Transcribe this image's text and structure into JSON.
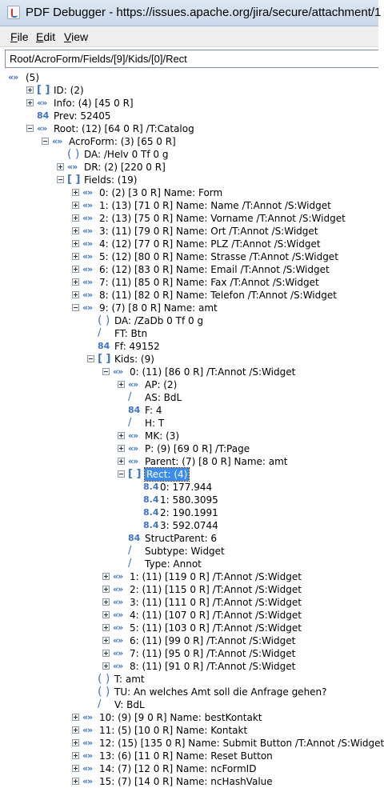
{
  "window": {
    "title": "PDF Debugger - https://issues.apache.org/jira/secure/attachment/1"
  },
  "menu": {
    "file": "File",
    "edit": "Edit",
    "view": "View"
  },
  "path": "Root/AcroForm/Fields/[9]/Kids/[0]/Rect",
  "tree": [
    {
      "d": 0,
      "t": "none",
      "i": "dict",
      "l": "(5)"
    },
    {
      "d": 1,
      "t": "plus",
      "i": "arr",
      "l": "ID:  (2)"
    },
    {
      "d": 1,
      "t": "plus",
      "i": "dict",
      "l": "Info:  (4) [45 0 R]"
    },
    {
      "d": 1,
      "t": "none",
      "i": "num",
      "l": "Prev:  52405"
    },
    {
      "d": 1,
      "t": "minus",
      "i": "dict",
      "l": "Root:  (12) [64 0 R]   /T:Catalog"
    },
    {
      "d": 2,
      "t": "minus",
      "i": "dict",
      "l": "AcroForm:  (3) [65 0 R]"
    },
    {
      "d": 3,
      "t": "none",
      "i": "str",
      "l": "DA:  /Helv 0 Tf 0 g"
    },
    {
      "d": 3,
      "t": "plus",
      "i": "dict",
      "l": "DR:  (2) [220 0 R]"
    },
    {
      "d": 3,
      "t": "minus",
      "i": "arr",
      "l": "Fields:  (19)"
    },
    {
      "d": 4,
      "t": "plus",
      "i": "dict",
      "l": "0:  (2) [3 0 R]    Name: Form"
    },
    {
      "d": 4,
      "t": "plus",
      "i": "dict",
      "l": "1:  (13) [71 0 R]    Name: Name     /T:Annot  /S:Widget"
    },
    {
      "d": 4,
      "t": "plus",
      "i": "dict",
      "l": "2:  (13) [75 0 R]    Name: Vorname    /T:Annot  /S:Widget"
    },
    {
      "d": 4,
      "t": "plus",
      "i": "dict",
      "l": "3:  (11) [79 0 R]    Name: Ort    /T:Annot  /S:Widget"
    },
    {
      "d": 4,
      "t": "plus",
      "i": "dict",
      "l": "4:  (12) [77 0 R]    Name: PLZ    /T:Annot  /S:Widget"
    },
    {
      "d": 4,
      "t": "plus",
      "i": "dict",
      "l": "5:  (12) [80 0 R]    Name: Strasse    /T:Annot  /S:Widget"
    },
    {
      "d": 4,
      "t": "plus",
      "i": "dict",
      "l": "6:  (12) [83 0 R]    Name: Email    /T:Annot  /S:Widget"
    },
    {
      "d": 4,
      "t": "plus",
      "i": "dict",
      "l": "7:  (11) [85 0 R]    Name: Fax    /T:Annot  /S:Widget"
    },
    {
      "d": 4,
      "t": "plus",
      "i": "dict",
      "l": "8:  (11) [82 0 R]    Name: Telefon    /T:Annot  /S:Widget"
    },
    {
      "d": 4,
      "t": "minus",
      "i": "dict",
      "l": "9:  (7) [8 0 R]    Name: amt"
    },
    {
      "d": 5,
      "t": "none",
      "i": "str",
      "l": "DA:  /ZaDb 0 Tf 0 g"
    },
    {
      "d": 5,
      "t": "none",
      "i": "name",
      "l": "FT:  Btn"
    },
    {
      "d": 5,
      "t": "none",
      "i": "num",
      "l": "Ff:  49152"
    },
    {
      "d": 5,
      "t": "minus",
      "i": "arr",
      "l": "Kids:  (9)"
    },
    {
      "d": 6,
      "t": "minus",
      "i": "dict",
      "l": "0:  (11) [86 0 R]    /T:Annot  /S:Widget"
    },
    {
      "d": 7,
      "t": "plus",
      "i": "dict",
      "l": "AP:  (2)"
    },
    {
      "d": 7,
      "t": "none",
      "i": "name",
      "l": "AS:  BdL"
    },
    {
      "d": 7,
      "t": "none",
      "i": "num",
      "l": "F:  4"
    },
    {
      "d": 7,
      "t": "none",
      "i": "name",
      "l": "H:  T"
    },
    {
      "d": 7,
      "t": "plus",
      "i": "dict",
      "l": "MK:  (3)"
    },
    {
      "d": 7,
      "t": "plus",
      "i": "dict",
      "l": "P:  (9) [69 0 R]    /T:Page"
    },
    {
      "d": 7,
      "t": "plus",
      "i": "dict",
      "l": "Parent:  (7) [8 0 R]    Name: amt"
    },
    {
      "d": 7,
      "t": "minus",
      "i": "arr",
      "l": "Rect:  (4)",
      "sel": true
    },
    {
      "d": 8,
      "t": "none",
      "i": "real",
      "l": "0:  177.944"
    },
    {
      "d": 8,
      "t": "none",
      "i": "real",
      "l": "1:  580.3095"
    },
    {
      "d": 8,
      "t": "none",
      "i": "real",
      "l": "2:  190.1991"
    },
    {
      "d": 8,
      "t": "none",
      "i": "real",
      "l": "3:  592.0744"
    },
    {
      "d": 7,
      "t": "none",
      "i": "num",
      "l": "StructParent:  6"
    },
    {
      "d": 7,
      "t": "none",
      "i": "name",
      "l": "Subtype:  Widget"
    },
    {
      "d": 7,
      "t": "none",
      "i": "name",
      "l": "Type:  Annot"
    },
    {
      "d": 6,
      "t": "plus",
      "i": "dict",
      "l": "1:  (11) [119 0 R]    /T:Annot  /S:Widget"
    },
    {
      "d": 6,
      "t": "plus",
      "i": "dict",
      "l": "2:  (11) [115 0 R]    /T:Annot  /S:Widget"
    },
    {
      "d": 6,
      "t": "plus",
      "i": "dict",
      "l": "3:  (11) [111 0 R]    /T:Annot  /S:Widget"
    },
    {
      "d": 6,
      "t": "plus",
      "i": "dict",
      "l": "4:  (11) [107 0 R]    /T:Annot  /S:Widget"
    },
    {
      "d": 6,
      "t": "plus",
      "i": "dict",
      "l": "5:  (11) [103 0 R]    /T:Annot  /S:Widget"
    },
    {
      "d": 6,
      "t": "plus",
      "i": "dict",
      "l": "6:  (11) [99 0 R]    /T:Annot  /S:Widget"
    },
    {
      "d": 6,
      "t": "plus",
      "i": "dict",
      "l": "7:  (11) [95 0 R]    /T:Annot  /S:Widget"
    },
    {
      "d": 6,
      "t": "plus",
      "i": "dict",
      "l": "8:  (11) [91 0 R]    /T:Annot  /S:Widget"
    },
    {
      "d": 5,
      "t": "none",
      "i": "str",
      "l": "T:  amt"
    },
    {
      "d": 5,
      "t": "none",
      "i": "str",
      "l": "TU:  An welches Amt soll die Anfrage gehen?"
    },
    {
      "d": 5,
      "t": "none",
      "i": "name",
      "l": "V:  BdL"
    },
    {
      "d": 4,
      "t": "plus",
      "i": "dict",
      "l": "10:  (9) [9 0 R]    Name: bestKontakt"
    },
    {
      "d": 4,
      "t": "plus",
      "i": "dict",
      "l": "11:  (5) [10 0 R]    Name: Kontakt"
    },
    {
      "d": 4,
      "t": "plus",
      "i": "dict",
      "l": "12:  (15) [135 0 R]    Name: Submit Button    /T:Annot  /S:Widget"
    },
    {
      "d": 4,
      "t": "plus",
      "i": "dict",
      "l": "13:  (6) [11 0 R]    Name: Reset Button"
    },
    {
      "d": 4,
      "t": "plus",
      "i": "dict",
      "l": "14:  (7) [12 0 R]    Name: ncFormID"
    },
    {
      "d": 4,
      "t": "plus",
      "i": "dict",
      "l": "15:  (7) [14 0 R]    Name: ncHashValue"
    }
  ],
  "icon_glyphs": {
    "dict": "«»",
    "arr": "[ ]",
    "num": "84",
    "real": "8.4",
    "str": "( )",
    "name": "/"
  },
  "colors": {
    "icon": "#3b74c9",
    "selection": "#3c8df0"
  }
}
